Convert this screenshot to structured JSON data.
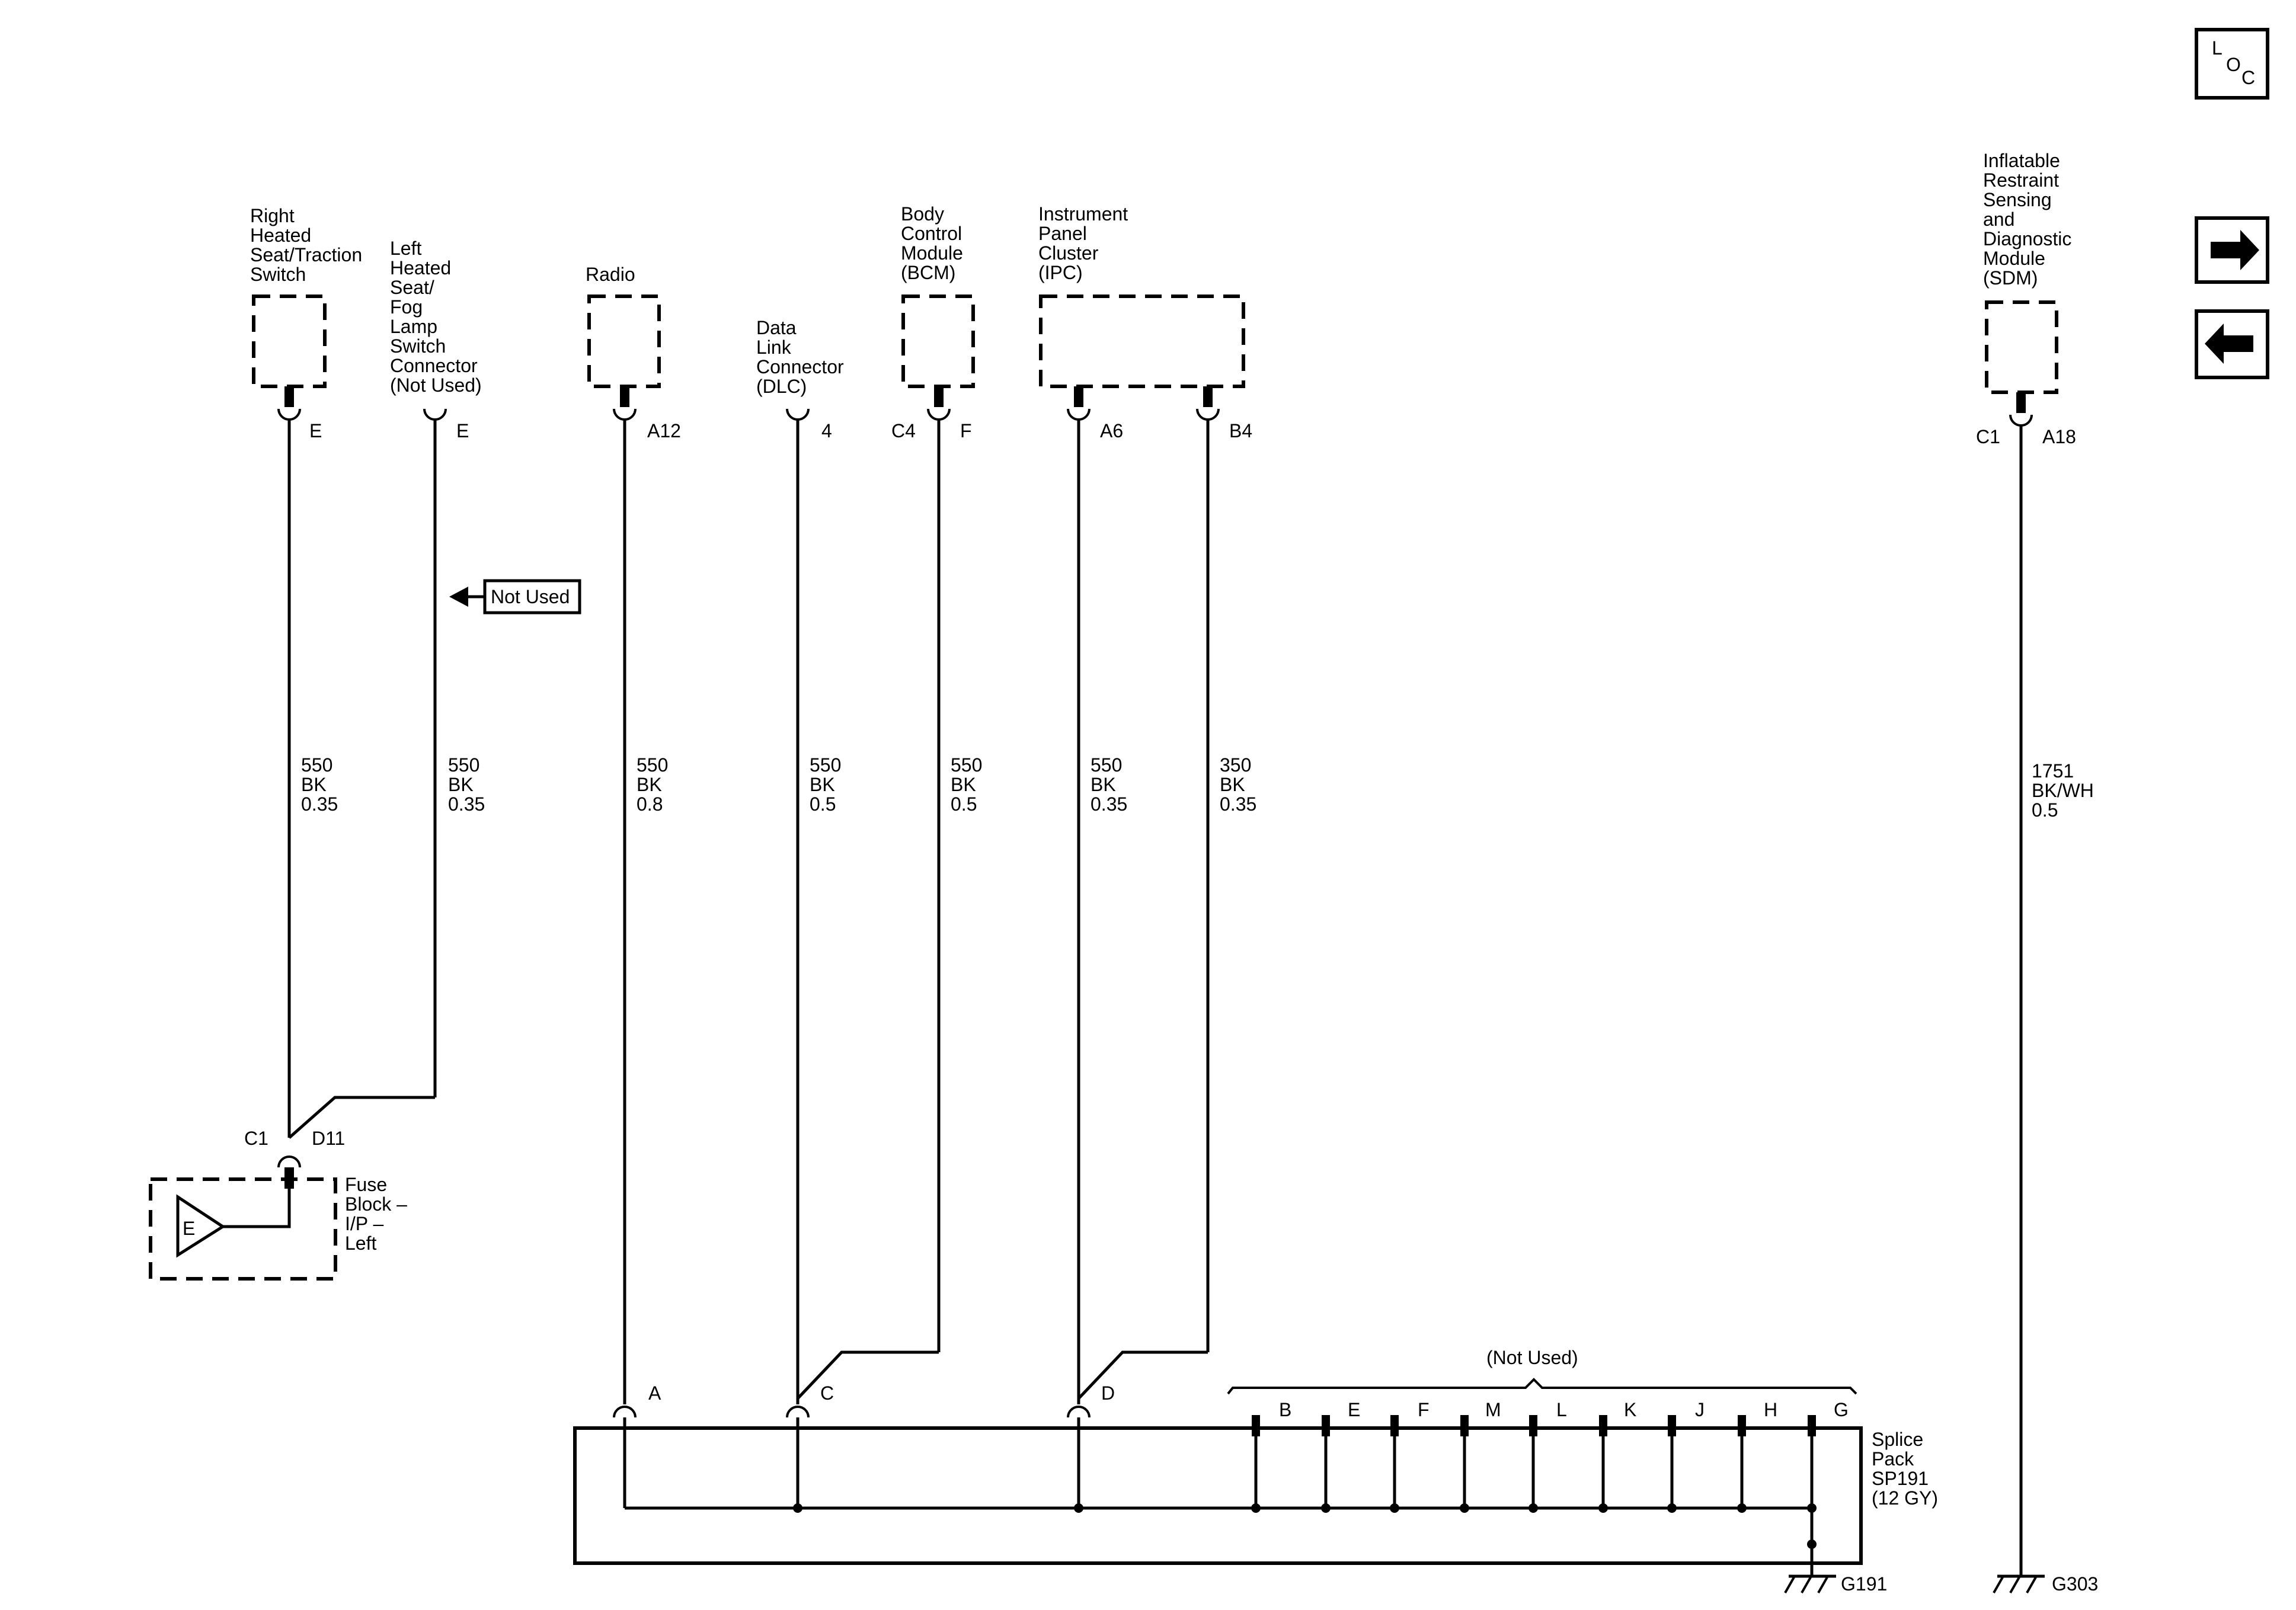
{
  "nav": {
    "loc_letters": [
      "L",
      "O",
      "C"
    ],
    "next_icon": "arrow-right-icon",
    "prev_icon": "arrow-left-icon"
  },
  "components": {
    "right_seat_switch": {
      "name": [
        "Right",
        "Heated",
        "Seat/Traction",
        "Switch"
      ],
      "pin": "E",
      "wire": [
        "550",
        "BK",
        "0.35"
      ]
    },
    "left_seat_switch": {
      "name": [
        "Left",
        "Heated",
        "Seat/",
        "Fog",
        "Lamp",
        "Switch",
        "Connector",
        "(Not Used)"
      ],
      "pin": "E",
      "wire": [
        "550",
        "BK",
        "0.35"
      ],
      "tag": "Not Used"
    },
    "radio": {
      "name": [
        "Radio"
      ],
      "pin": "A12",
      "wire": [
        "550",
        "BK",
        "0.8"
      ]
    },
    "dlc": {
      "name": [
        "Data",
        "Link",
        "Connector",
        "(DLC)"
      ],
      "pin": "4",
      "wire": [
        "550",
        "BK",
        "0.5"
      ]
    },
    "bcm": {
      "name": [
        "Body",
        "Control",
        "Module",
        "(BCM)"
      ],
      "connector": "C4",
      "pin": "F",
      "wire": [
        "550",
        "BK",
        "0.5"
      ]
    },
    "ipc": {
      "name": [
        "Instrument",
        "Panel",
        "Cluster",
        "(IPC)"
      ],
      "pins": [
        "A6",
        "B4"
      ],
      "wire_a6": [
        "550",
        "BK",
        "0.35"
      ],
      "wire_b4": [
        "350",
        "BK",
        "0.35"
      ]
    },
    "sdm": {
      "name": [
        "Inflatable",
        "Restraint",
        "Sensing",
        "and",
        "Diagnostic",
        "Module",
        "(SDM)"
      ],
      "connector": "C1",
      "pin": "A18",
      "wire": [
        "1751",
        "BK/WH",
        "0.5"
      ],
      "ground": "G303"
    },
    "fuse_block": {
      "name": [
        "Fuse",
        "Block –",
        "I/P –",
        "Left"
      ],
      "connector": "C1",
      "pin": "D11",
      "symbol": "E"
    },
    "splice_pack": {
      "name": [
        "Splice",
        "Pack",
        "SP191",
        "(12 GY)"
      ],
      "pins_used": [
        "A",
        "C",
        "D"
      ],
      "pins_unused": [
        "B",
        "E",
        "F",
        "M",
        "L",
        "K",
        "J",
        "H"
      ],
      "pin_ground": "G",
      "not_used_label": "(Not Used)",
      "ground": "G191"
    }
  }
}
